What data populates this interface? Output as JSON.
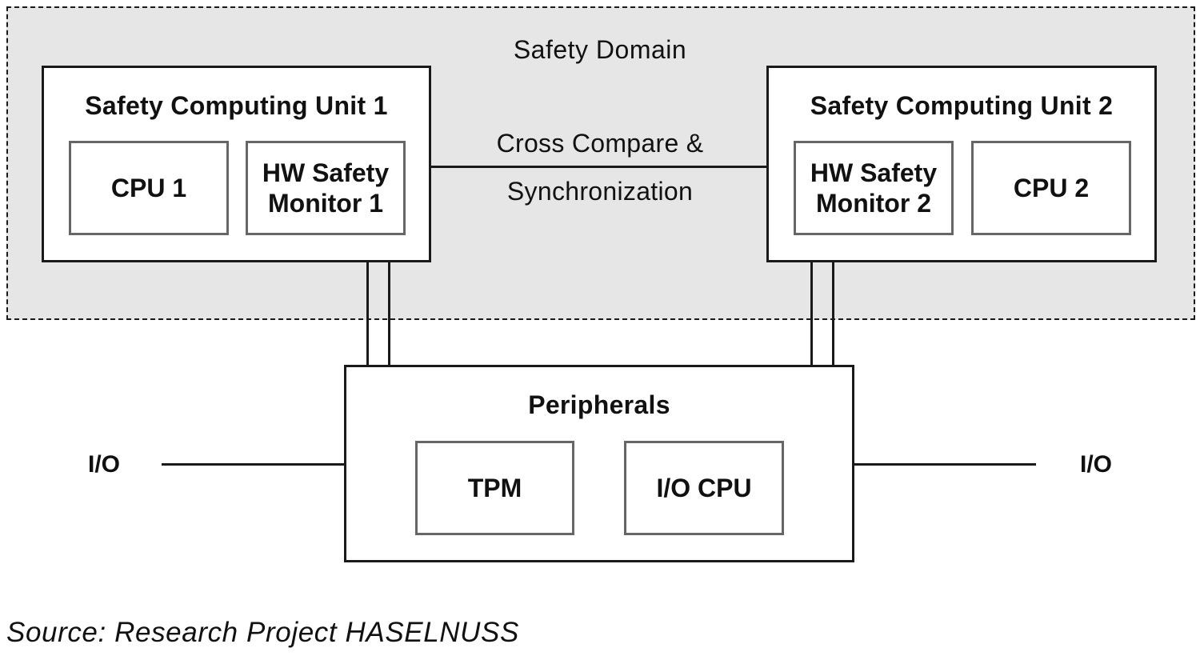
{
  "safety_domain": {
    "label": "Safety Domain"
  },
  "unit1": {
    "title": "Safety Computing Unit 1",
    "cpu": "CPU 1",
    "monitor_line1": "HW Safety",
    "monitor_line2": "Monitor 1"
  },
  "unit2": {
    "title": "Safety Computing Unit 2",
    "cpu": "CPU 2",
    "monitor_line1": "HW Safety",
    "monitor_line2": "Monitor 2"
  },
  "link": {
    "line1": "Cross Compare &",
    "line2": "Synchronization"
  },
  "peripherals": {
    "title": "Peripherals",
    "tpm": "TPM",
    "io_cpu": "I/O CPU"
  },
  "io": {
    "left": "I/O",
    "right": "I/O"
  },
  "source": "Source: Research Project HASELNUSS"
}
